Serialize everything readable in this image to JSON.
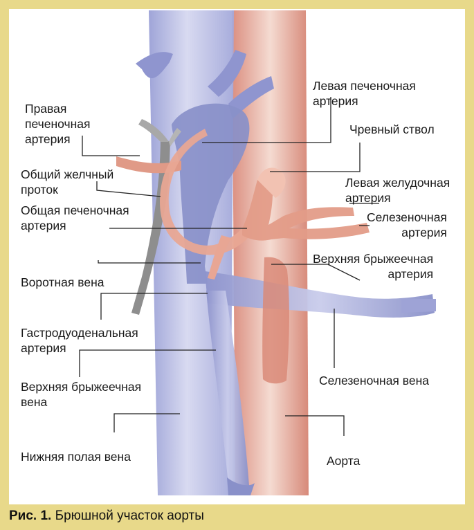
{
  "colors": {
    "frame": "#e8d98a",
    "vein": "#8f95cf",
    "artery": "#d98a78",
    "bile_duct": "#8e8e8e",
    "leader": "#222222"
  },
  "labels": {
    "left_hepatic_artery": "Левая печеночная\nартерия",
    "right_hepatic_artery": "Правая\nпеченочная\nартерия",
    "celiac_trunk": "Чревный ствол",
    "common_bile_duct": "Общий желчный\nпроток",
    "left_gastric_artery": "Левая желудочная\nартерия",
    "common_hepatic_artery": "Общая печеночная\nартерия",
    "splenic_artery": "Селезеночная\nартерия",
    "portal_vein": "Воротная вена",
    "superior_mesenteric_artery": "Верхняя брыжеечная\nартерия",
    "gastroduodenal_artery": "Гастродуоденальная\nартерия",
    "superior_mesenteric_vein": "Верхняя брыжеечная\nвена",
    "splenic_vein": "Селезеночная вена",
    "inferior_vena_cava": "Нижняя полая вена",
    "aorta": "Аорта"
  },
  "caption": {
    "prefix": "Рис. 1.",
    "text": "Брюшной участок аорты"
  }
}
